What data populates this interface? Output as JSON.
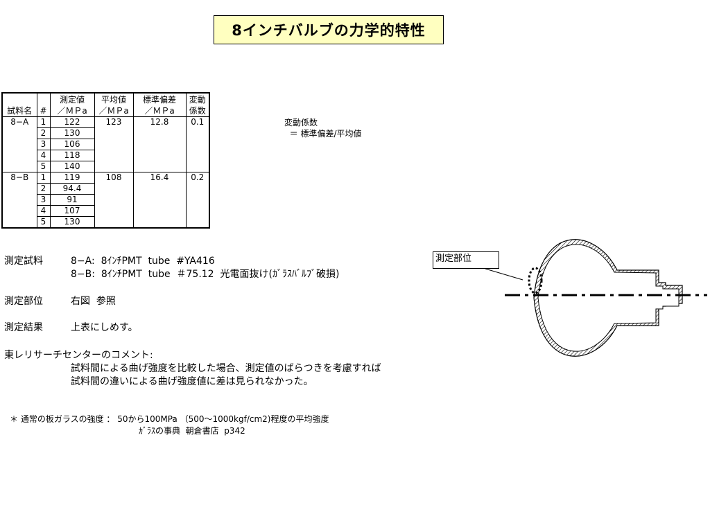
{
  "title": "8インチバルブの力学的特性",
  "table": {
    "headers": {
      "sample": [
        "",
        "試料名"
      ],
      "index": [
        "",
        "#"
      ],
      "measured": [
        "測定値",
        "／ＭＰa"
      ],
      "mean": [
        "平均値",
        "／ＭＰa"
      ],
      "std": [
        "標準偏差",
        "／ＭＰa"
      ],
      "cv": [
        "変動",
        "係数"
      ]
    },
    "groups": [
      {
        "name": "8−A",
        "mean": "123",
        "std": "12.8",
        "cv": "0.1",
        "rows": [
          {
            "n": "1",
            "v": "122"
          },
          {
            "n": "2",
            "v": "130"
          },
          {
            "n": "3",
            "v": "106"
          },
          {
            "n": "4",
            "v": "118"
          },
          {
            "n": "5",
            "v": "140"
          }
        ]
      },
      {
        "name": "8−B",
        "mean": "108",
        "std": "16.4",
        "cv": "0.2",
        "rows": [
          {
            "n": "1",
            "v": "119"
          },
          {
            "n": "2",
            "v": "94.4"
          },
          {
            "n": "3",
            "v": "91"
          },
          {
            "n": "4",
            "v": "107"
          },
          {
            "n": "5",
            "v": "130"
          }
        ]
      }
    ]
  },
  "cv_note": {
    "line1": "変動係数",
    "line2": "  ＝ 標準偏差/平均値"
  },
  "details": {
    "sample_label": "測定試料",
    "sample_a": "8−A:  8ｲﾝﾁPMT  tube  #YA416",
    "sample_b": "8−B:  8ｲﾝﾁPMT  tube  ＃75.12  光電面抜け(ｶﾞﾗｽﾊﾞﾙﾌﾞ破損)",
    "location_label": "測定部位",
    "location_value": "右図  参照",
    "result_label": "測定結果",
    "result_value": "上表にしめす。",
    "comment_label": "東レリサーチセンターのコメント:",
    "comment_line1": "試料間による曲げ強度を比較した場合、測定値のばらつきを考慮すれば",
    "comment_line2": "試料間の違いによる曲げ強度値に差は見られなかった。"
  },
  "footnote": {
    "line1": "＊ 通常の板ガラスの強度 ： 50から100MPa （500〜1000kgf/cm2)程度の平均強度",
    "line2": "ｶﾞﾗｽの事典  朝倉書店  p342"
  },
  "diagram": {
    "callout_label": "測定部位"
  }
}
